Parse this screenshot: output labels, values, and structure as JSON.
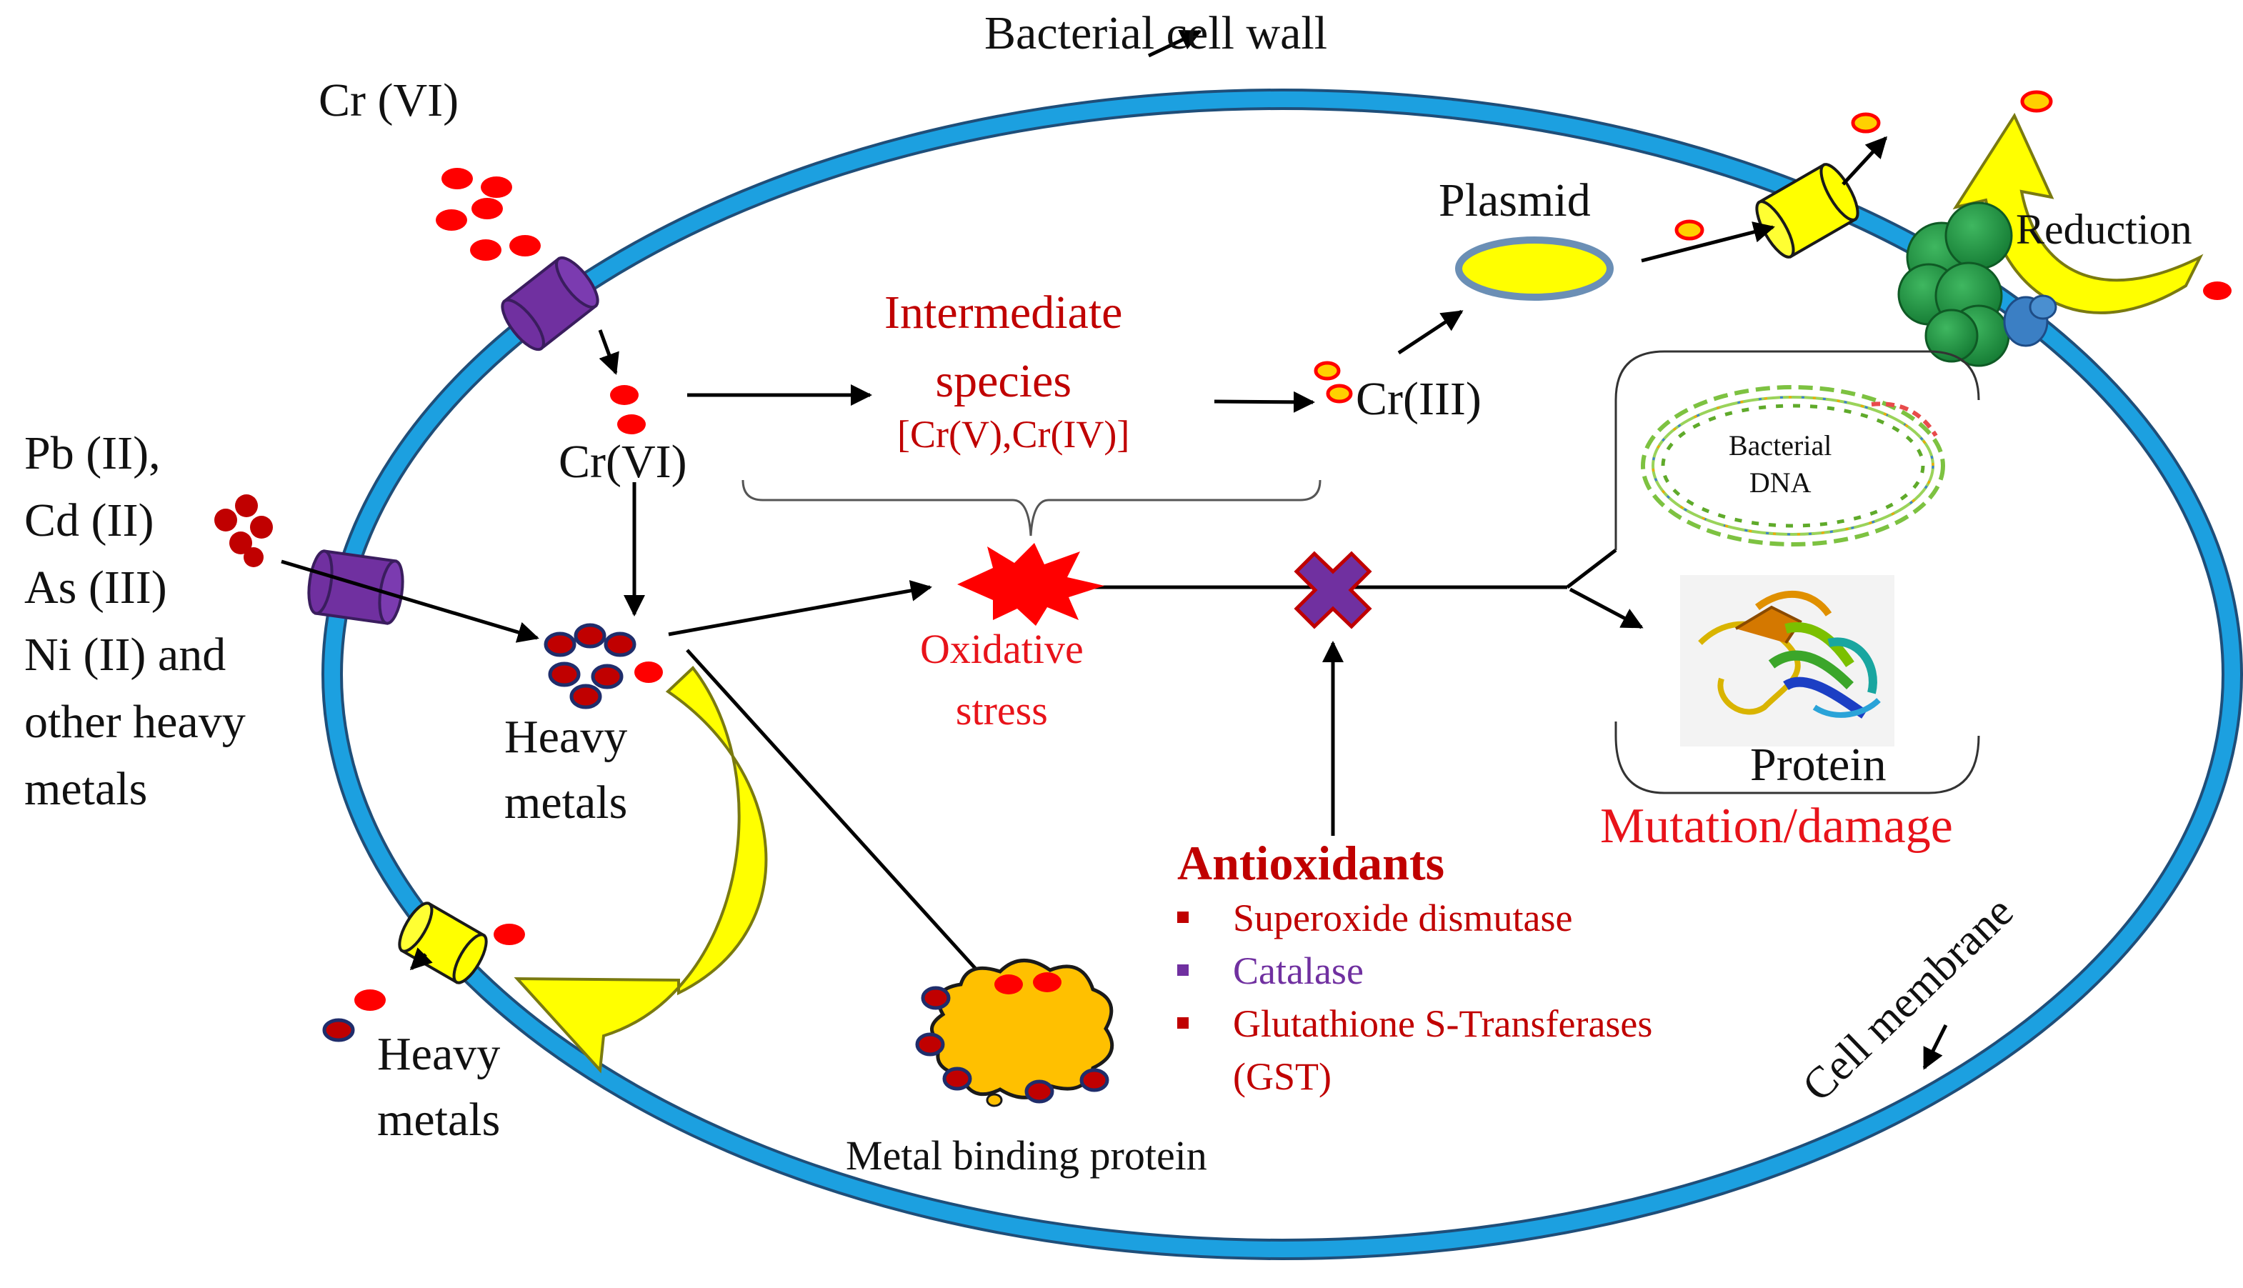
{
  "labels": {
    "bacterial_cell_wall": "Bacterial cell wall",
    "cr_vi_outside": "Cr (VI)",
    "cr_vi_inside": "Cr(VI)",
    "heavy_metal_list": [
      "Pb (II),",
      "Cd (II)",
      "As (III)",
      "Ni (II) and",
      "other heavy",
      "metals"
    ],
    "heavy_metals_inside": [
      "Heavy",
      "metals"
    ],
    "heavy_metals_outside": [
      "Heavy",
      "metals"
    ],
    "intermediate_species": [
      "Intermediate",
      "species"
    ],
    "intermediate_formula": "[Cr(V),Cr(IV)]",
    "cr_iii": "Cr(III)",
    "plasmid": "Plasmid",
    "reduction": "Reduction",
    "bacterial_dna": [
      "Bacterial",
      "DNA"
    ],
    "protein": "Protein",
    "mutation_damage": "Mutation/damage",
    "oxidative_stress": [
      "Oxidative",
      "stress"
    ],
    "metal_binding_protein": "Metal binding protein",
    "cell_membrane": "Cell membrane",
    "antioxidants_title": "Antioxidants",
    "antioxidants": [
      {
        "text": "Superoxide dismutase",
        "color": "#c00000"
      },
      {
        "text": "Catalase",
        "color": "#7030a0"
      },
      {
        "text": "Glutathione S-Transferases",
        "color": "#c00000"
      },
      {
        "text": "(GST)",
        "color": ""
      }
    ]
  },
  "colors": {
    "membrane": "#1ca0e0",
    "membrane_outline": "#1f4e79",
    "cr_vi_ion": "#ff0000",
    "cr_iii_ion_fill": "#ffd000",
    "heavy_metal_ion": "#c00000",
    "heavy_metal_rim": "#1f2d6b",
    "channel_purple": "#7030a0",
    "channel_yellow": "#ffff00",
    "arrow_yellow": "#ffff00",
    "plasmid_fill": "#ffff00",
    "plasmid_rim": "#6b8fb5",
    "cross": "#7030a0",
    "star": "#ff0000",
    "binding_protein": "#ffc000",
    "reductase_green": "#1e8a3e"
  },
  "icons": [
    "transport-channel-icon",
    "dna-ring-icon",
    "protein-structure-icon",
    "reductase-enzyme-icon",
    "inhibition-cross-icon",
    "oxidative-burst-icon"
  ]
}
